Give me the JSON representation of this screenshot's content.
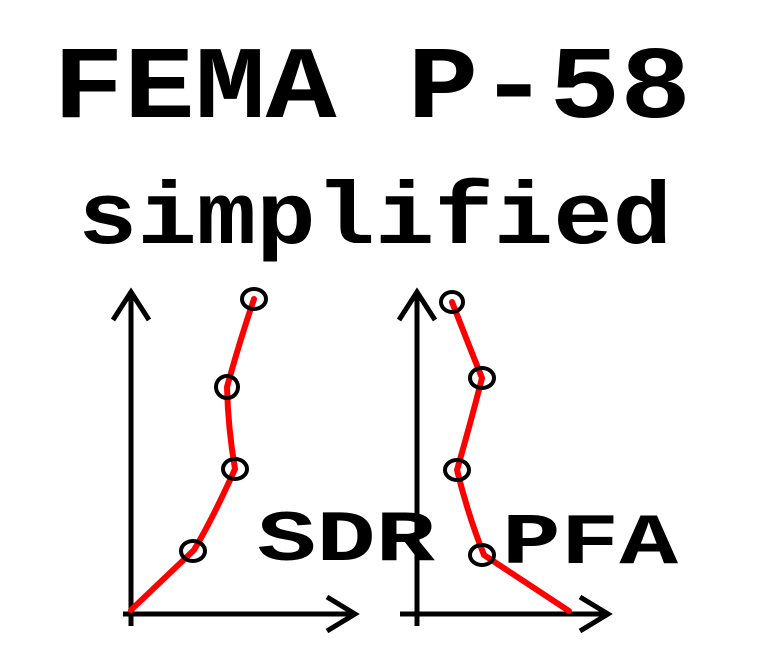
{
  "title": "FEMA P-58",
  "subtitle": "simplified",
  "charts": [
    {
      "label": "SDR"
    },
    {
      "label": "PFA"
    }
  ],
  "colors": {
    "curve": "#ff0000",
    "axes": "#000000",
    "markers": "#000000",
    "text": "#000000",
    "background": "#ffffff"
  }
}
